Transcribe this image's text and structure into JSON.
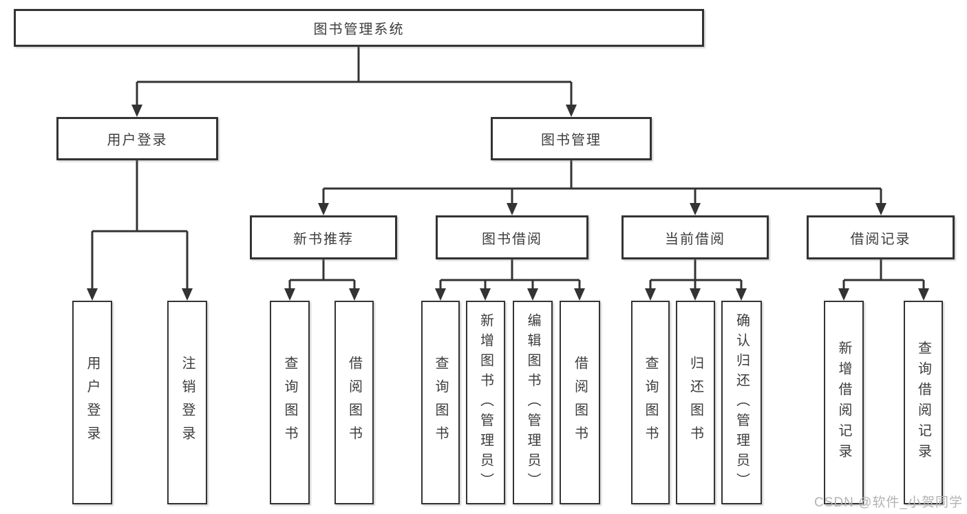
{
  "diagram": {
    "root": {
      "label": "图书管理系统"
    },
    "level2": [
      {
        "label": "用户登录"
      },
      {
        "label": "图书管理"
      }
    ],
    "level3": [
      {
        "label": "新书推荐"
      },
      {
        "label": "图书借阅"
      },
      {
        "label": "当前借阅"
      },
      {
        "label": "借阅记录"
      }
    ],
    "leaves": [
      {
        "label": "用户登录"
      },
      {
        "label": "注销登录"
      },
      {
        "label": "查询图书"
      },
      {
        "label": "借阅图书"
      },
      {
        "label": "查询图书"
      },
      {
        "label": "新增图书（管理员）"
      },
      {
        "label": "编辑图书（管理员）"
      },
      {
        "label": "借阅图书"
      },
      {
        "label": "查询图书"
      },
      {
        "label": "归还图书"
      },
      {
        "label": "确认归还（管理员）"
      },
      {
        "label": "新增借阅记录"
      },
      {
        "label": "查询借阅记录"
      }
    ]
  },
  "watermark": {
    "text": "CSDN @软件_小贺同学"
  },
  "colors": {
    "line": "#333333",
    "text": "#3d3d3d",
    "watermark": "#b3b3b3",
    "background": "#ffffff"
  }
}
